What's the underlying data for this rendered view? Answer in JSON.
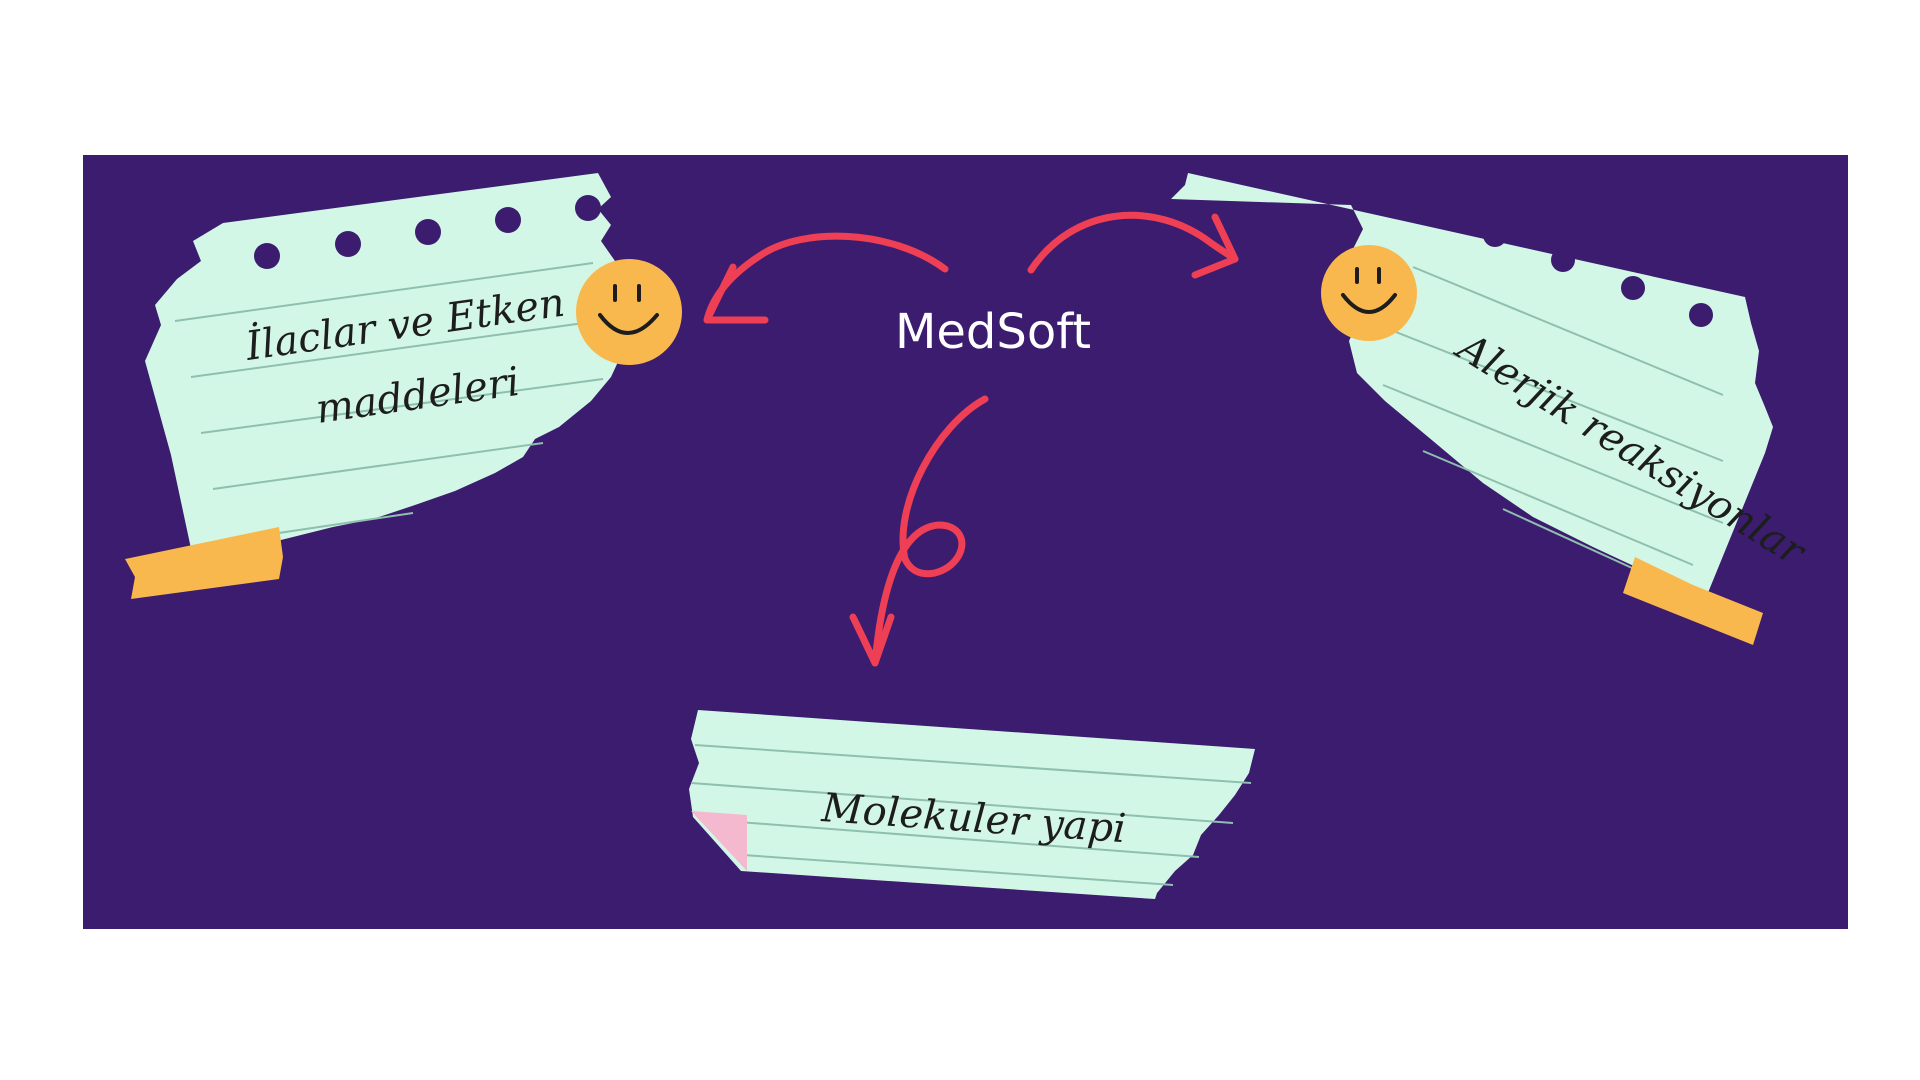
{
  "diagram": {
    "center_label": "MedSoft",
    "notes": {
      "left": {
        "line1": "İlaclar ve Etken",
        "line2": "maddeleri"
      },
      "right": {
        "text": "Alerjik reaksiyonlar"
      },
      "bottom": {
        "text": "Molekuler yapi"
      }
    }
  },
  "colors": {
    "background": "#ffffff",
    "panel": "#3b1c6e",
    "note_paper": "#d3f7e6",
    "note_lines": "#8fbfae",
    "arrow": "#ee3f55",
    "tape": "#f9b84d",
    "smiley": "#f9b84d",
    "corner_fold": "#f4b8cf"
  },
  "icons": [
    "smiley-face-icon",
    "curved-arrow-icon",
    "paper-clip-tape-icon"
  ]
}
